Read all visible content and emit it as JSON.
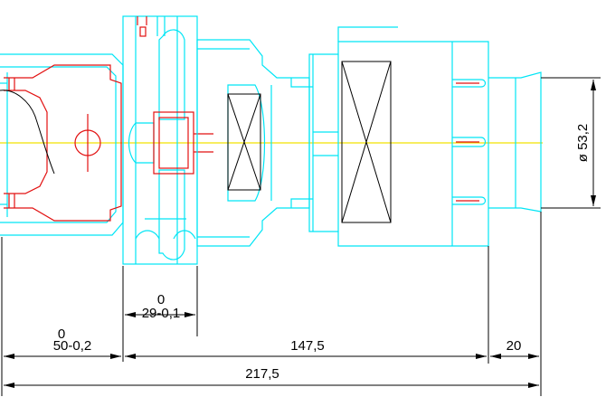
{
  "drawing": {
    "dimensions": {
      "total_length": "217,5",
      "mid_length": "147,5",
      "nose_length": "20",
      "flange_upper_tol": "0",
      "flange_width": "29-0,1",
      "shank_upper_tol": "0",
      "shank_length": "50-0,2",
      "diameter": "ø 53,2"
    },
    "colors": {
      "outline": "#00e5f5",
      "section": "#e21010",
      "dimension": "#000000",
      "centerline": "#f2e200",
      "background": "#ffffff"
    }
  }
}
